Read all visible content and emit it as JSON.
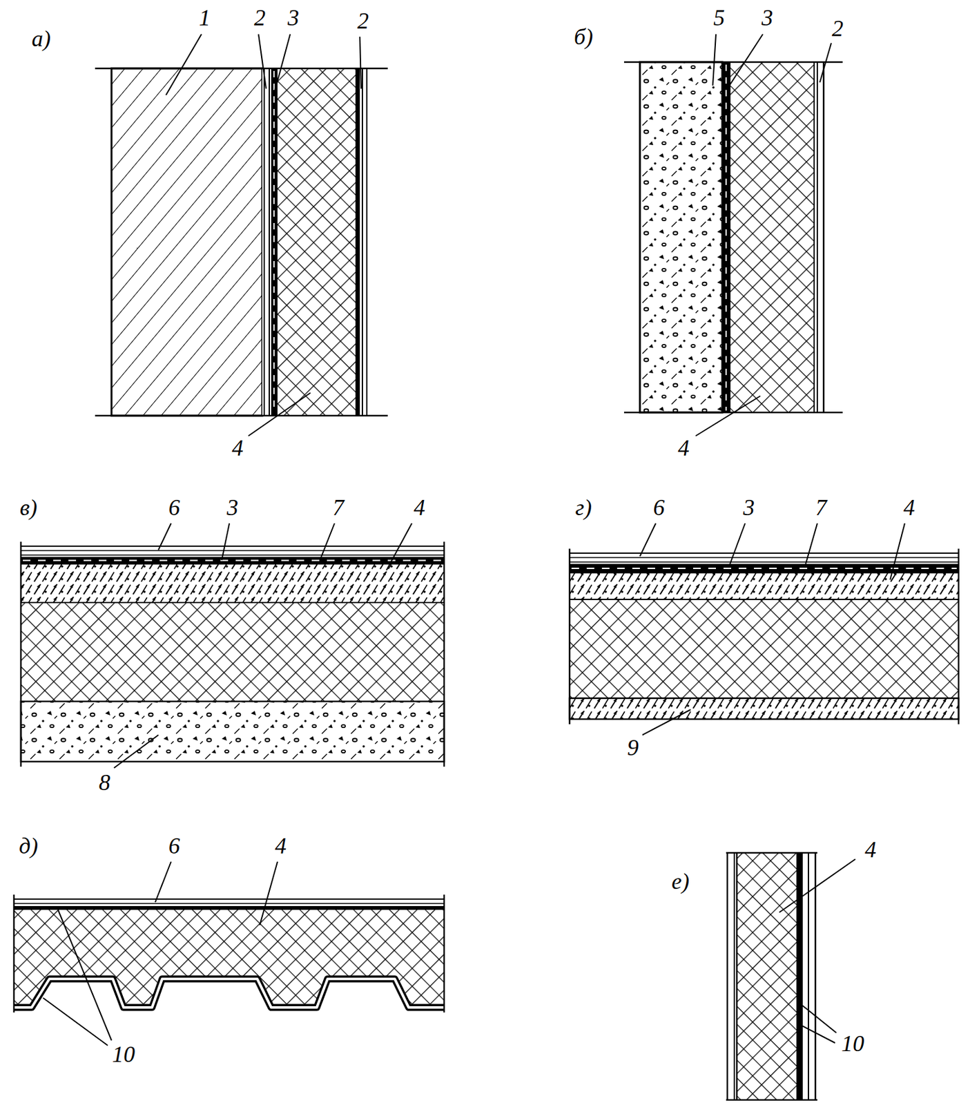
{
  "diagram": {
    "labels": [
      "а)",
      "1",
      "2",
      "3",
      "2",
      "4",
      "б)",
      "5",
      "3",
      "2",
      "4",
      "в)",
      "6",
      "3",
      "7",
      "4",
      "8",
      "г)",
      "6",
      "3",
      "7",
      "4",
      "9",
      "д)",
      "6",
      "4",
      "10",
      "е)",
      "4",
      "10"
    ]
  }
}
